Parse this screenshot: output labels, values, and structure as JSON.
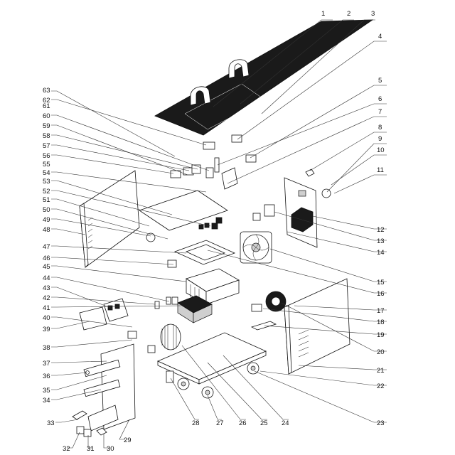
{
  "diagram": {
    "labels": {
      "p1": "1",
      "p2": "2",
      "p3": "3",
      "p4": "4",
      "p5": "5",
      "p6": "6",
      "p7": "7",
      "p8": "8",
      "p9": "9",
      "p10": "10",
      "p11": "11",
      "p12": "12",
      "p13": "13",
      "p14": "14",
      "p15": "15",
      "p16": "16",
      "p17": "17",
      "p18": "18",
      "p19": "19",
      "p20": "20",
      "p21": "21",
      "p22": "22",
      "p23": "23",
      "p24": "24",
      "p25": "25",
      "p26": "26",
      "p27": "27",
      "p28": "28",
      "p29": "29",
      "p30": "30",
      "p31": "31",
      "p32": "32",
      "p33": "33",
      "p34": "34",
      "p35": "35",
      "p36": "36",
      "p37": "37",
      "p38": "38",
      "p39": "39",
      "p40": "40",
      "p41": "41",
      "p42": "42",
      "p43": "43",
      "p44": "44",
      "p45": "45",
      "p46": "46",
      "p47": "47",
      "p48": "48",
      "p49": "49",
      "p50": "50",
      "p51": "51",
      "p52": "52",
      "p53": "53",
      "p54": "54",
      "p55": "55",
      "p56": "56",
      "p57": "57",
      "p58": "58",
      "p59": "59",
      "p60": "60",
      "p61": "61",
      "p62": "62",
      "p63": "63"
    }
  }
}
